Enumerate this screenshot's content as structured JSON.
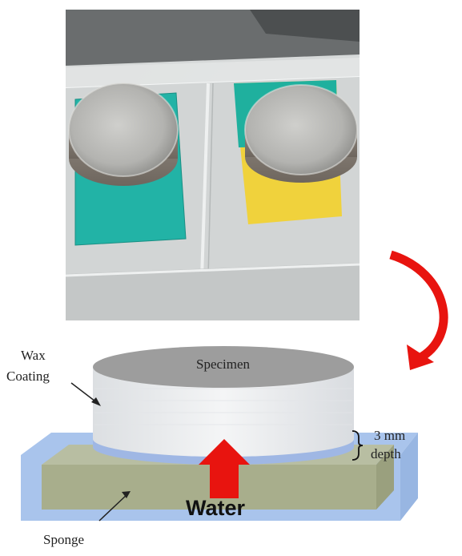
{
  "labels": {
    "wax_line1": "Wax",
    "wax_line2": "Coating",
    "specimen": "Specimen",
    "depth_line1": "3 mm",
    "depth_line2": "depth",
    "water": "Water",
    "sponge": "Sponge"
  },
  "colors": {
    "arrow_red": "#e8140f",
    "sponge_tint": "#a8b592",
    "tray_blue": "#a9c4ec",
    "specimen_top": "#9d9d9d",
    "specimen_side": "#eceef0",
    "teal_sponge": "#22b3a6",
    "yellow_sponge": "#f0d23c"
  }
}
